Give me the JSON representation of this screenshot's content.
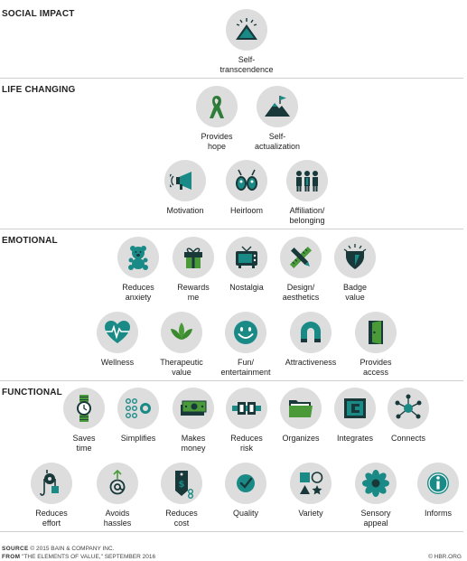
{
  "sections": [
    {
      "title": "SOCIAL IMPACT"
    },
    {
      "title": "LIFE CHANGING"
    },
    {
      "title": "EMOTIONAL"
    },
    {
      "title": "FUNCTIONAL"
    }
  ],
  "elements": [
    {
      "label": "Self-\ntranscendence",
      "icon": "pyramid-sun-icon"
    },
    {
      "label": "Provides\nhope",
      "icon": "awareness-ribbon-icon"
    },
    {
      "label": "Self-\nactualization",
      "icon": "mountain-flag-icon"
    },
    {
      "label": "Motivation",
      "icon": "megaphone-icon"
    },
    {
      "label": "Heirloom",
      "icon": "pocket-watch-icon"
    },
    {
      "label": "Affiliation/\nbelonging",
      "icon": "group-people-icon"
    },
    {
      "label": "Reduces\nanxiety",
      "icon": "teddy-bear-icon"
    },
    {
      "label": "Rewards\nme",
      "icon": "gift-box-icon"
    },
    {
      "label": "Nostalgia",
      "icon": "retro-tv-icon"
    },
    {
      "label": "Design/\naesthetics",
      "icon": "pencil-ruler-icon"
    },
    {
      "label": "Badge\nvalue",
      "icon": "badge-icon"
    },
    {
      "label": "Wellness",
      "icon": "heart-pulse-icon"
    },
    {
      "label": "Therapeutic\nvalue",
      "icon": "lotus-icon"
    },
    {
      "label": "Fun/\nentertainment",
      "icon": "smiley-icon"
    },
    {
      "label": "Attractiveness",
      "icon": "magnet-icon"
    },
    {
      "label": "Provides\naccess",
      "icon": "open-door-icon"
    },
    {
      "label": "Saves\ntime",
      "icon": "wristwatch-icon"
    },
    {
      "label": "Simplifies",
      "icon": "dots-grid-icon"
    },
    {
      "label": "Makes\nmoney",
      "icon": "money-bills-icon"
    },
    {
      "label": "Reduces\nrisk",
      "icon": "seatbelt-icon"
    },
    {
      "label": "Organizes",
      "icon": "folder-icon"
    },
    {
      "label": "Integrates",
      "icon": "connector-icon"
    },
    {
      "label": "Connects",
      "icon": "network-hub-icon"
    },
    {
      "label": "Reduces\neffort",
      "icon": "pulley-icon"
    },
    {
      "label": "Avoids\nhassles",
      "icon": "at-sign-arrow-icon"
    },
    {
      "label": "Reduces\ncost",
      "icon": "price-tag-scissors-icon"
    },
    {
      "label": "Quality",
      "icon": "checkmark-icon"
    },
    {
      "label": "Variety",
      "icon": "shapes-icon"
    },
    {
      "label": "Sensory\nappeal",
      "icon": "flower-icon"
    },
    {
      "label": "Informs",
      "icon": "info-icon"
    }
  ],
  "footer": {
    "source_label": "SOURCE",
    "source_text": "© 2015 BAIN & COMPANY INC.",
    "from_label": "FROM",
    "from_text": "\"THE ELEMENTS OF VALUE,\" SEPTEMBER 2016",
    "credit": "© HBR.ORG"
  },
  "colors": {
    "accent": "#1a8a86",
    "dark": "#18383a",
    "circle": "#dddddd"
  }
}
